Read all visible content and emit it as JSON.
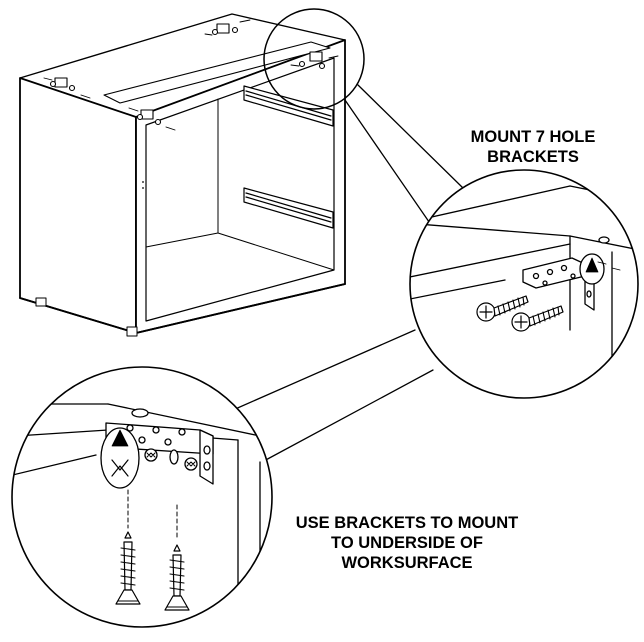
{
  "callouts": {
    "mount_brackets": {
      "line1": "MOUNT 7 HOLE",
      "line2": "BRACKETS"
    },
    "underside": {
      "line1": "USE BRACKETS TO MOUNT",
      "line2": "TO UNDERSIDE OF",
      "line3": "WORKSURFACE"
    }
  },
  "colors": {
    "line": "#000000",
    "background": "#ffffff"
  },
  "icons": [
    "cabinet-drawing",
    "drawer-slide-icon",
    "corner-bracket-icon",
    "screw-icon",
    "magnifier-circle-icon"
  ]
}
